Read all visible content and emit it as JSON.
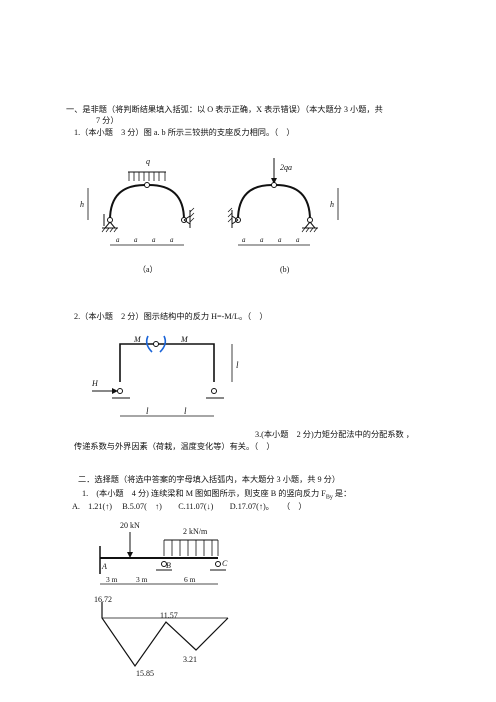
{
  "section1": {
    "heading": "一、是非题（将判断结果填入括弧：以 O 表示正确，X 表示错误）（本大题分 3 小题，共",
    "heading_cont": "7 分）",
    "q1": {
      "text": "1.（本小题　3 分）图 a. b 所示三铰拱的支座反力相同。（　）",
      "fig_a": {
        "load": "q",
        "h": "h",
        "a_labels": [
          "a",
          "a",
          "a",
          "a"
        ],
        "caption": "（a）"
      },
      "fig_b": {
        "load": "2qa",
        "h": "h",
        "a_labels": [
          "a",
          "a",
          "a",
          "a"
        ],
        "caption": "(b)"
      }
    },
    "q2": {
      "text": "2.（本小题　2 分）图示结构中的反力 H=-M/L。（　）",
      "fig": {
        "m_left": "M",
        "m_right": "M",
        "h_force": "H",
        "l_vert": "l",
        "l_left": "l",
        "l_right": "l"
      }
    },
    "q3": {
      "text": "3.(本小题　2 分)力矩分配法中的分配系数 ，",
      "text_cont": "传递系数与外界因素（荷栽，温度变化等）有关。（　）"
    }
  },
  "section2": {
    "heading": "二．选择题（将选中答案的字母填入括弧内，本大题分 3 小题，共 9 分）",
    "q1": {
      "text": "1.　(本小题　4 分) 连续梁和 M 图如图所示，则支座 B 的竖向反力 F",
      "text_sub": "By",
      "text_end": " 是：",
      "options": "A.　1.21(↑)　 B.5.07(　↑)　　C.11.07(↓)　　D.17.07(↑)。　　（　）",
      "fig": {
        "p_load": "20 kN",
        "q_load": "2 kN/m",
        "support_a": "A",
        "support_b": "B",
        "support_c": "C",
        "spans": [
          "3 m",
          "3 m",
          "6 m"
        ],
        "moment_values": [
          "16.72",
          "11.57",
          "3.21",
          "15.85"
        ]
      }
    }
  }
}
